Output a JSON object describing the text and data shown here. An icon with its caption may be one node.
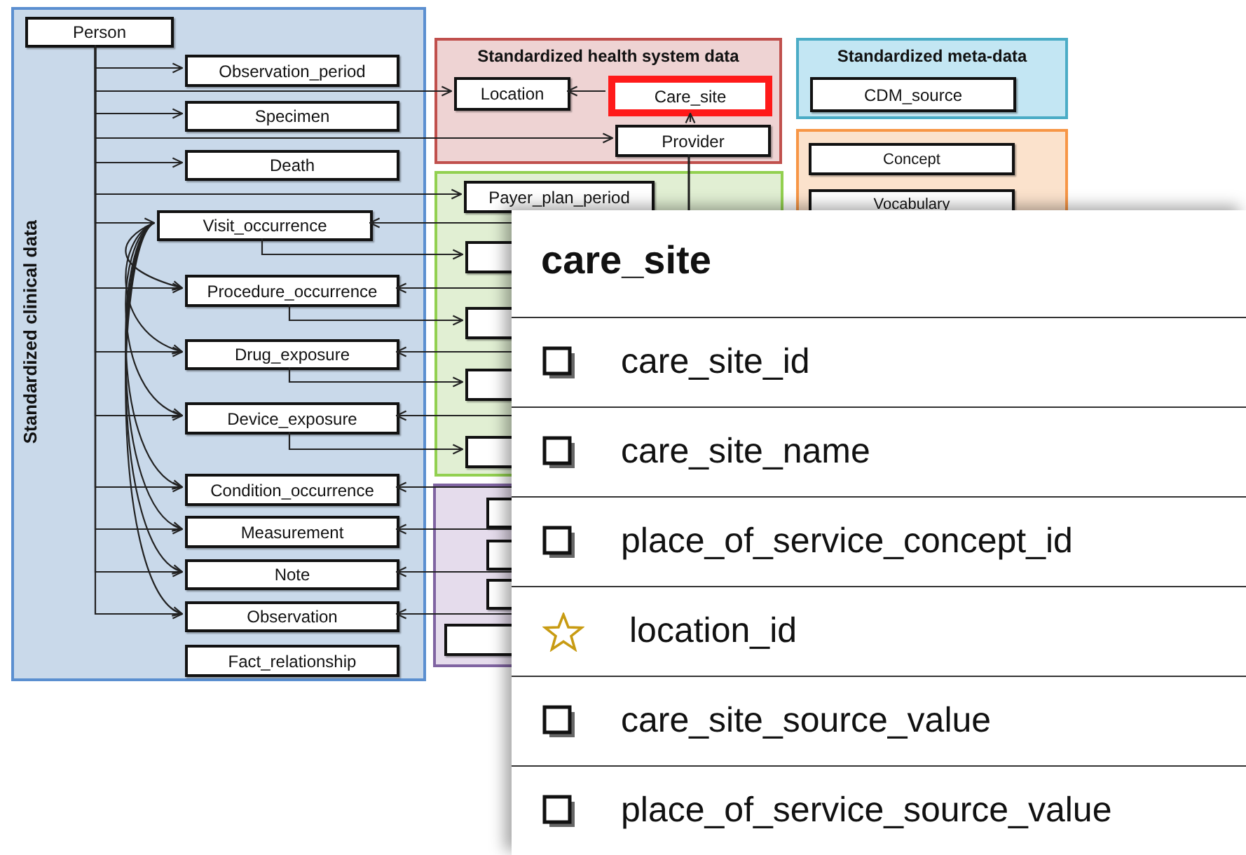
{
  "diagram": {
    "nodes": [
      {
        "text": [
          "Standardized clinical data"
        ]
      },
      {
        "text": [
          "Person"
        ],
        "in": 0
      },
      {
        "text": [
          "Observation_period"
        ],
        "in": 0
      },
      {
        "text": [
          "Specimen"
        ],
        "in": 0
      },
      {
        "text": [
          "Death"
        ],
        "in": 0
      },
      {
        "text": [
          "Visit_occurrence"
        ],
        "in": 0
      },
      {
        "text": [
          "Procedure_occurrence"
        ],
        "in": 0
      },
      {
        "text": [
          "Drug_exposure"
        ],
        "in": 0
      },
      {
        "text": [
          "Device_exposure"
        ],
        "in": 0
      },
      {
        "text": [
          "Condition_occurrence"
        ],
        "in": 0
      },
      {
        "text": [
          "Measurement"
        ],
        "in": 0
      },
      {
        "text": [
          "Note"
        ],
        "in": 0
      },
      {
        "text": [
          "Observation"
        ],
        "in": 0
      },
      {
        "text": [
          "Fact_relationship"
        ],
        "in": 0
      },
      {
        "text": [
          "Standardized health system data"
        ]
      },
      {
        "text": [
          "Location"
        ],
        "in": 14
      },
      {
        "text": [
          "Care_site"
        ],
        "in": 14
      },
      {
        "text": [
          "Provider"
        ],
        "in": 14
      },
      {
        "text": [],
        "shape": "box"
      },
      {
        "text": [
          "Payer_plan_period"
        ],
        "in": 18
      },
      {
        "text": [],
        "shape": "box",
        "in": 18
      },
      {
        "text": [],
        "shape": "box",
        "in": 18
      },
      {
        "text": [],
        "shape": "box",
        "in": 18
      },
      {
        "text": [],
        "shape": "box",
        "in": 18
      },
      {
        "text": [],
        "shape": "box"
      },
      {
        "text": [],
        "shape": "box",
        "in": 24
      },
      {
        "text": [],
        "shape": "box",
        "in": 24
      },
      {
        "text": [],
        "shape": "box",
        "in": 24
      },
      {
        "text": [],
        "shape": "box",
        "in": 24
      },
      {
        "text": [
          "Standardized meta-data"
        ]
      },
      {
        "text": [
          "CDM_source"
        ],
        "in": 29
      },
      {
        "text": [],
        "shape": "box"
      },
      {
        "text": [
          "Concept"
        ],
        "in": 31
      },
      {
        "text": [
          "Vocabulary"
        ],
        "in": 31
      }
    ],
    "edges": [
      {
        "from": 1,
        "to": 2,
        "arrow": "to"
      },
      {
        "from": 1,
        "to": 3,
        "arrow": "to"
      },
      {
        "from": 1,
        "to": 4,
        "arrow": "to"
      },
      {
        "from": 1,
        "to": 15,
        "arrow": "to"
      },
      {
        "from": 1,
        "to": 17,
        "arrow": "to"
      },
      {
        "from": 1,
        "to": 19,
        "arrow": "to"
      },
      {
        "from": 1,
        "to": 5,
        "arrow": "to"
      },
      {
        "from": 1,
        "to": 6,
        "arrow": "to"
      },
      {
        "from": 1,
        "to": 7,
        "arrow": "to"
      },
      {
        "from": 1,
        "to": 8,
        "arrow": "to"
      },
      {
        "from": 1,
        "to": 9,
        "arrow": "to"
      },
      {
        "from": 1,
        "to": 10,
        "arrow": "to"
      },
      {
        "from": 1,
        "to": 11,
        "arrow": "to"
      },
      {
        "from": 1,
        "to": 12,
        "arrow": "to"
      },
      {
        "from": 16,
        "to": 15,
        "arrow": "to"
      },
      {
        "from": 17,
        "to": 16,
        "arrow": "to"
      },
      {
        "from": 5,
        "to": 20,
        "arrow": "to"
      },
      {
        "from": 6,
        "to": 21,
        "arrow": "to"
      },
      {
        "from": 7,
        "to": 22,
        "arrow": "to"
      },
      {
        "from": 8,
        "to": 23,
        "arrow": "to"
      },
      {
        "from": 17,
        "to": 5,
        "arrow": "to"
      },
      {
        "from": 17,
        "to": 6,
        "arrow": "to"
      },
      {
        "from": 17,
        "to": 7,
        "arrow": "to"
      },
      {
        "from": 17,
        "to": 8,
        "arrow": "to"
      },
      {
        "from": 17,
        "to": 9,
        "arrow": "to"
      },
      {
        "from": 17,
        "to": 10,
        "arrow": "to"
      },
      {
        "from": 17,
        "to": 11,
        "arrow": "to"
      },
      {
        "from": 17,
        "to": 12,
        "arrow": "to"
      },
      {
        "from": 5,
        "to": 6,
        "arrow": "to"
      },
      {
        "from": 5,
        "to": 7,
        "arrow": "to"
      },
      {
        "from": 5,
        "to": 8,
        "arrow": "to"
      },
      {
        "from": 5,
        "to": 9,
        "arrow": "to"
      },
      {
        "from": 5,
        "to": 10,
        "arrow": "to"
      },
      {
        "from": 5,
        "to": 11,
        "arrow": "to"
      },
      {
        "from": 5,
        "to": 12,
        "arrow": "to"
      }
    ],
    "labels": [
      "care_site",
      "care_site_id",
      "care_site_name",
      "place_of_service_concept_id",
      "location_id",
      "care_site_source_value",
      "place_of_service_source_value"
    ]
  }
}
